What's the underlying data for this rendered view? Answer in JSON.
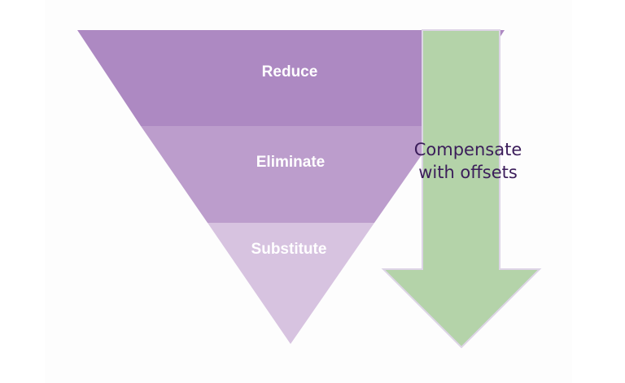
{
  "diagram": {
    "tiers": [
      {
        "label": "Reduce",
        "color": "#ad89c2"
      },
      {
        "label": "Eliminate",
        "color": "#bc9dcc"
      },
      {
        "label": "Substitute",
        "color": "#d7c3e0"
      }
    ],
    "arrow": {
      "line1": "Compensate",
      "line2": "with offsets",
      "fill_color": "#b4d3a9",
      "outline_color": "#ddd4e6",
      "text_color": "#3b1d5a"
    },
    "background_color": "#fdfdfd"
  }
}
